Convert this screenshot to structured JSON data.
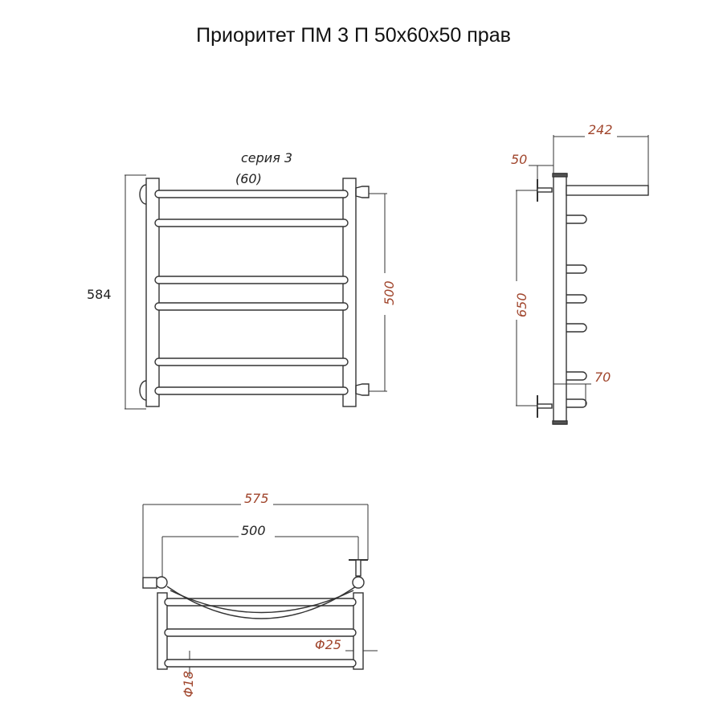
{
  "title": "Приоритет ПМ 3 П 50x60x50 прав",
  "front_view": {
    "series_label": "серия 3",
    "series_sub": "(60)",
    "height_dim": "584",
    "connection_dim": "500"
  },
  "side_view": {
    "depth_dim": "242",
    "wall_offset_dim": "50",
    "height_dim": "650",
    "rung_depth_dim": "70"
  },
  "top_view": {
    "total_width_dim": "575",
    "center_width_dim": "500",
    "riser_diameter": "Φ25",
    "rung_diameter": "Φ18"
  },
  "colors": {
    "line": "#333333",
    "dimension_text": "#a0452c"
  }
}
